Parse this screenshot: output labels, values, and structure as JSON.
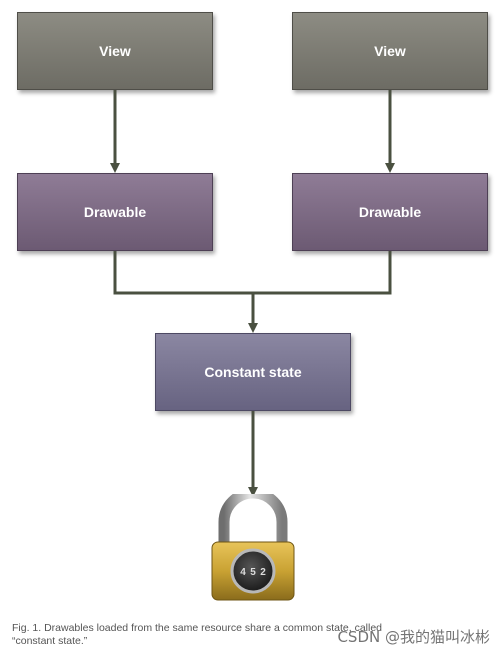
{
  "diagram": {
    "view_left": "View",
    "view_right": "View",
    "drawable_left": "Drawable",
    "drawable_right": "Drawable",
    "constant_state": "Constant state",
    "lock_dial": [
      "4",
      "5",
      "2"
    ]
  },
  "caption": {
    "line1": "Fig. 1. Drawables loaded from the same resource share a common state, called",
    "line2": "“constant state.”"
  },
  "watermark": "CSDN @我的猫叫冰彬",
  "colors": {
    "view_box": "#7d7c74",
    "drawable_box": "#7d6a84",
    "constant_box": "#7a7692",
    "connector": "#4a5040",
    "lock_body": "#c9a233"
  },
  "icons": {
    "lock": "padlock-icon"
  }
}
